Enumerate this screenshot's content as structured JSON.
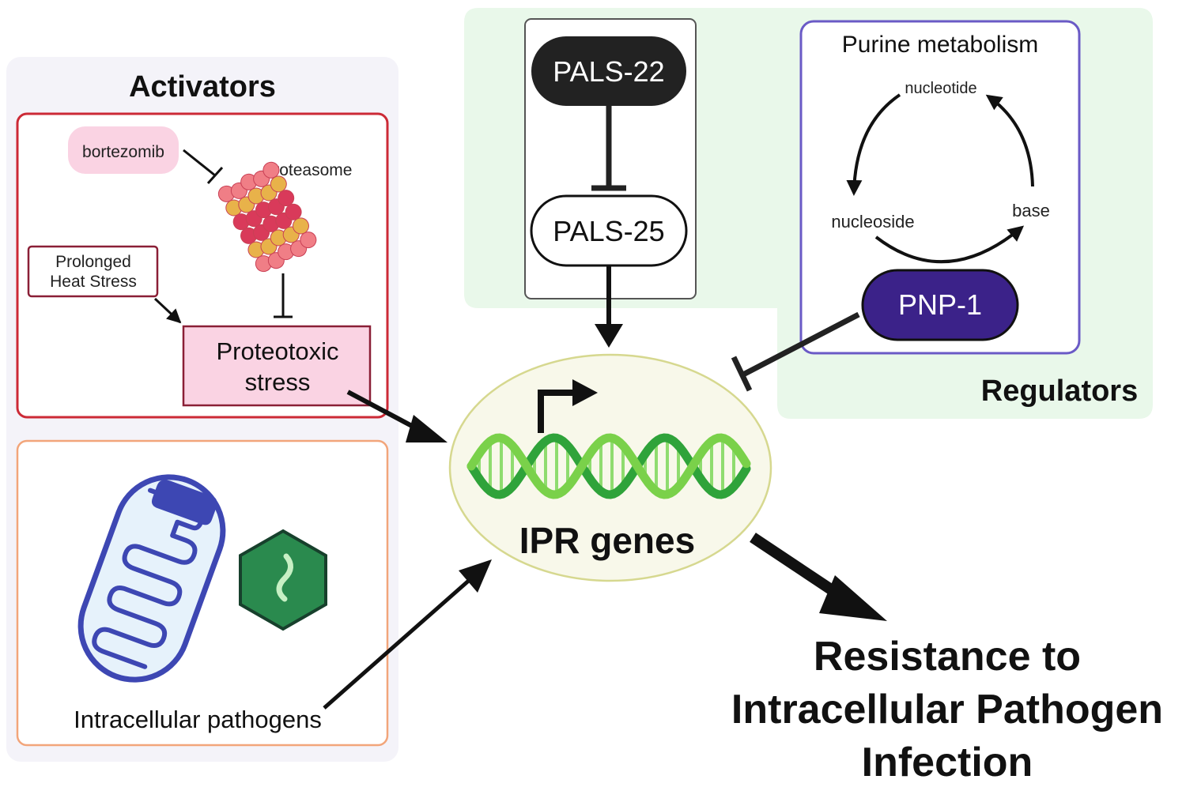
{
  "activators": {
    "heading": "Activators",
    "bortezomib": "bortezomib",
    "proteasome": "proteasome",
    "heat_stress_line1": "Prolonged",
    "heat_stress_line2": "Heat Stress",
    "proteotoxic_line1": "Proteotoxic",
    "proteotoxic_line2": "stress",
    "pathogens": "Intracellular pathogens"
  },
  "regulators": {
    "heading": "Regulators",
    "pals22": "PALS-22",
    "pals25": "PALS-25",
    "purine_title": "Purine metabolism",
    "nucleotide": "nucleotide",
    "nucleoside": "nucleoside",
    "base": "base",
    "pnp1": "PNP-1"
  },
  "center": {
    "label": "IPR genes"
  },
  "outcome": {
    "line1": "Resistance to",
    "line2": "Intracellular Pathogen",
    "line3": "Infection"
  },
  "colors": {
    "activators_panel": "#f4f3f9",
    "regulators_panel": "#e9f8ea",
    "red_border": "#cc2a36",
    "orange_border": "#f2a57a",
    "pink_fill": "#fad3e3",
    "dark_pill": "#222222",
    "pnp_purple": "#3b2289",
    "purine_border": "#6a5ac6",
    "dna_green": "#4cbf3a",
    "ellipse_fill": "#f8f8ea",
    "mito_blue": "#3d47b3",
    "pathogen_green": "#2a8a4e"
  }
}
